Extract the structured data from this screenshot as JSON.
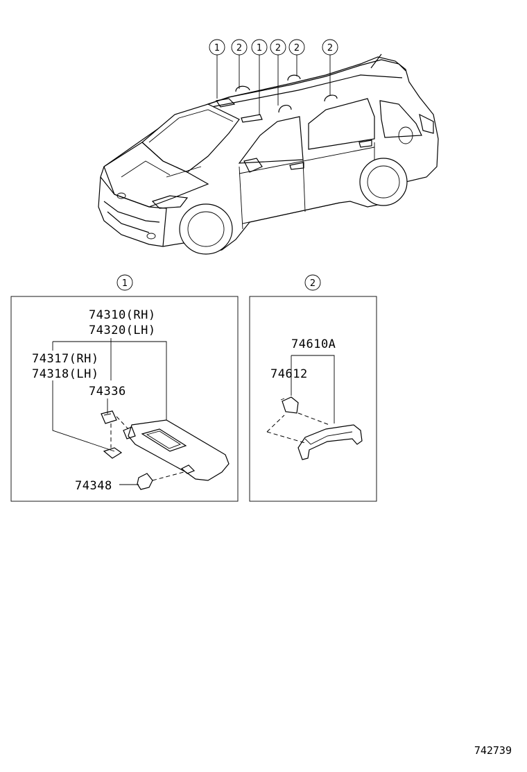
{
  "car_callouts": [
    "1",
    "2",
    "1",
    "2",
    "2",
    "2"
  ],
  "panel1": {
    "callout": "1",
    "parts": {
      "visor_rh": "74310(RH)",
      "visor_lh": "74320(LH)",
      "holder_rh": "74317(RH)",
      "holder_lh": "74318(LH)",
      "clip": "74336",
      "hook": "74348"
    }
  },
  "panel2": {
    "callout": "2",
    "parts": {
      "grip_assy": "74610A",
      "grip_cover": "74612"
    }
  },
  "diagram_code": "742739"
}
